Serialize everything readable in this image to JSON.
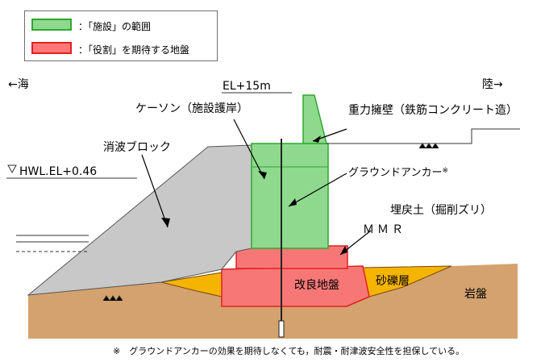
{
  "legend": {
    "facility_scope": "：「施設」の範囲",
    "role_ground": "：「役割」を期待する地盤",
    "colors": {
      "facility": "#8fd98f",
      "role": "#f77777"
    }
  },
  "direction": {
    "sea": "←海",
    "land": "陸→"
  },
  "labels": {
    "el_top": "EL+15m",
    "caisson": "ケーソン（施設護岸）",
    "gravity_wall": "重力擁壁（鉄筋コンクリート造）",
    "wave_block": "消波ブロック",
    "hwl": "HWL.EL+0.46",
    "anchor": "グラウンドアンカー",
    "anchor_mark": "※",
    "backfill": "埋戻土（掘削ズリ）",
    "mmr": "ＭＭＲ",
    "improved_ground": "改良地盤",
    "gravel": "砂礫層",
    "bedrock": "岩盤"
  },
  "footnote": "※　グラウンドアンカーの効果を期待しなくても，耐震・耐津波安全性を担保している。"
}
